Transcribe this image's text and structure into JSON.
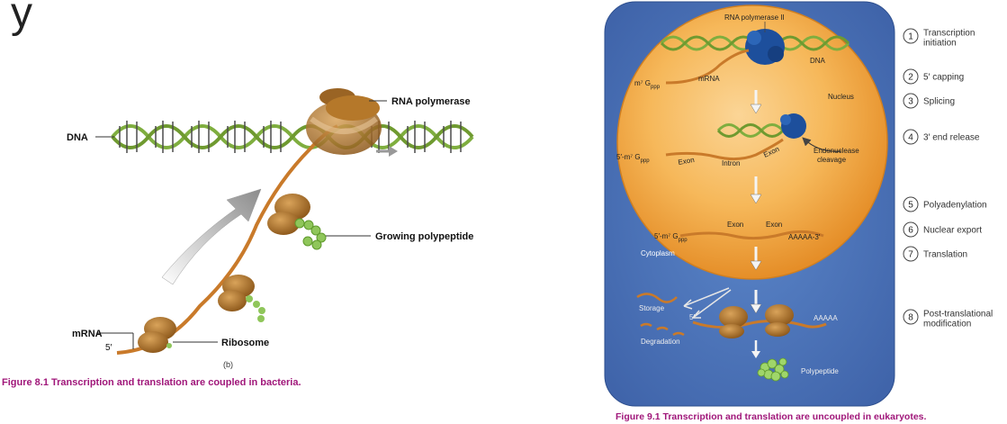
{
  "corner_fragment": "y",
  "bacteria": {
    "labels": {
      "dna": "DNA",
      "rna_polymerase": "RNA polymerase",
      "growing_polypeptide": "Growing polypeptide",
      "mrna": "mRNA",
      "five_prime": "5′",
      "ribosome": "Ribosome",
      "panel": "(b)"
    },
    "caption": "Figure 8.1 Transcription and translation are coupled in bacteria."
  },
  "eukaryote": {
    "labels": {
      "rna_pol_ii": "RNA polymerase II",
      "dna": "DNA",
      "mrna": "mRNA",
      "cap_m7": "m⁷ G",
      "cap_ppp": "ppp",
      "nucleus": "Nucleus",
      "exon_left": "Exon",
      "intron": "Intron",
      "exon_right": "Exon",
      "cap_5_prime": "5′-m⁷ G",
      "cap_5_ppp": "ppp",
      "endonuclease": "Endonuclease",
      "cleavage": "cleavage",
      "exon_mature_1": "Exon",
      "exon_mature_2": "Exon",
      "polya_tail": "AAAAA-3′",
      "cap_5_mature": "5′-m⁷ G",
      "cap_5_mature_ppp": "ppp",
      "cytoplasm": "Cytoplasm",
      "storage": "Storage",
      "five_prime": "5′",
      "degradation": "Degradation",
      "polya_cyto": "AAAAA",
      "polypeptide": "Polypeptide"
    },
    "steps": [
      {
        "num": "1",
        "lines": [
          "Transcription",
          "initiation"
        ]
      },
      {
        "num": "2",
        "lines": [
          "5′ capping"
        ]
      },
      {
        "num": "3",
        "lines": [
          "Splicing"
        ]
      },
      {
        "num": "4",
        "lines": [
          "3′ end release"
        ]
      },
      {
        "num": "5",
        "lines": [
          "Polyadenylation"
        ]
      },
      {
        "num": "6",
        "lines": [
          "Nuclear export"
        ]
      },
      {
        "num": "7",
        "lines": [
          "Translation"
        ]
      },
      {
        "num": "8",
        "lines": [
          "Post-translational",
          "modification"
        ]
      }
    ],
    "caption": "Figure 9.1 Transcription and translation are uncoupled in eukaryotes."
  },
  "colors": {
    "caption": "#a0177a",
    "cell": "#4a72b8",
    "nucleus": "#f3a33c",
    "mrna": "#c97a2a",
    "ribosome": "#b5782a",
    "dna_green": "#7fae3f",
    "polymerase_blue": "#1d4f9c"
  }
}
